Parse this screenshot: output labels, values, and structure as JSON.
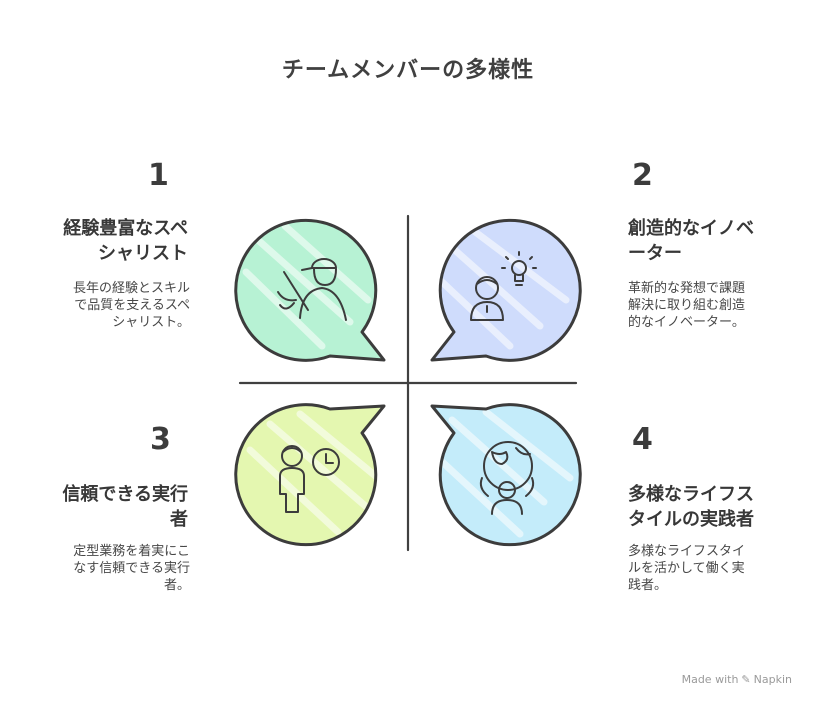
{
  "title": "チームメンバーの多様性",
  "items": [
    {
      "number": "1",
      "heading_line1": "経験豊富なスペ",
      "heading_line2": "シャリスト",
      "desc_line1": "長年の経験とスキル",
      "desc_line2": "で品質を支えるスペ",
      "desc_line3": "シャリスト。",
      "color": "#b7f2d4",
      "icon": "baseball-player-icon"
    },
    {
      "number": "2",
      "heading_line1": "創造的なイノベ",
      "heading_line2": "ーター",
      "desc_line1": "革新的な発想で課題",
      "desc_line2": "解決に取り組む創造",
      "desc_line3": "的なイノベーター。",
      "color": "#cfdcfc",
      "icon": "idea-person-icon"
    },
    {
      "number": "3",
      "heading_line1": "信頼できる実行",
      "heading_line2": "者",
      "desc_line1": "定型業務を着実にこ",
      "desc_line2": "なす信頼できる実行",
      "desc_line3": "者。",
      "color": "#e4f7b0",
      "icon": "person-clock-icon"
    },
    {
      "number": "4",
      "heading_line1": "多様なライフス",
      "heading_line2": "タイルの実践者",
      "desc_line1": "多様なライフスタイ",
      "desc_line2": "ルを活かして働く実",
      "desc_line3": "践者。",
      "color": "#c4ecfa",
      "icon": "globe-person-icon"
    }
  ],
  "footer": {
    "made_with": "Made with",
    "brand": "Napkin"
  }
}
